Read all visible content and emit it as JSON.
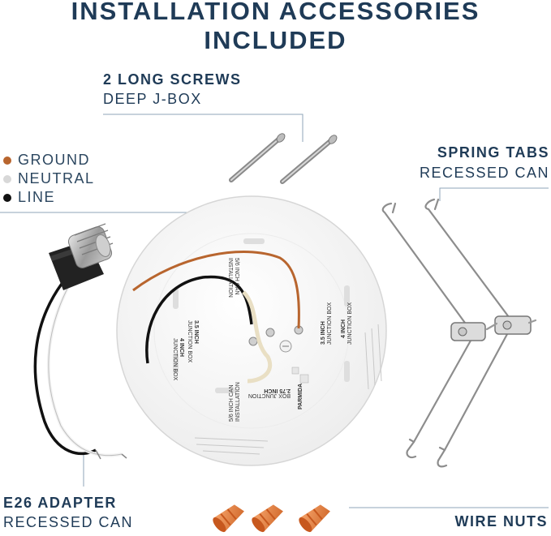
{
  "title": "INSTALLATION ACCESSORIES INCLUDED",
  "screws": {
    "title": "2 LONG SCREWS",
    "subtitle": "DEEP J-BOX"
  },
  "spring_tabs": {
    "title": "SPRING TABS",
    "subtitle": "RECESSED CAN"
  },
  "legend": [
    {
      "label": "GROUND",
      "color": "#b8652e"
    },
    {
      "label": "NEUTRAL",
      "color": "#d8d8d8"
    },
    {
      "label": "LINE",
      "color": "#111111"
    }
  ],
  "adapter": {
    "title": "E26 ADAPTER",
    "subtitle": "RECESSED CAN"
  },
  "wire_nuts": {
    "title": "WIRE NUTS"
  },
  "plate_labels": {
    "left_box_a": "3.5 INCH",
    "left_box_b": "JUNCTION BOX",
    "left_box_c": "4 INCH",
    "left_box_d": "JUNCTION BOX",
    "right_box_a": "3.5 INCH",
    "right_box_b": "JUNCTION BOX",
    "right_box_c": "4 INCH",
    "right_box_d": "JUNCTION BOX",
    "small_box": "2.75 INCH",
    "small_box_b": "BOX JUNCTION",
    "can_top": "5/6 INCH CAN",
    "can_top_b": "INSTALLATION",
    "can_bottom": "5/6 INCH CAN",
    "can_bottom_b": "INSTALLATION",
    "brand": "PARMIDA"
  }
}
